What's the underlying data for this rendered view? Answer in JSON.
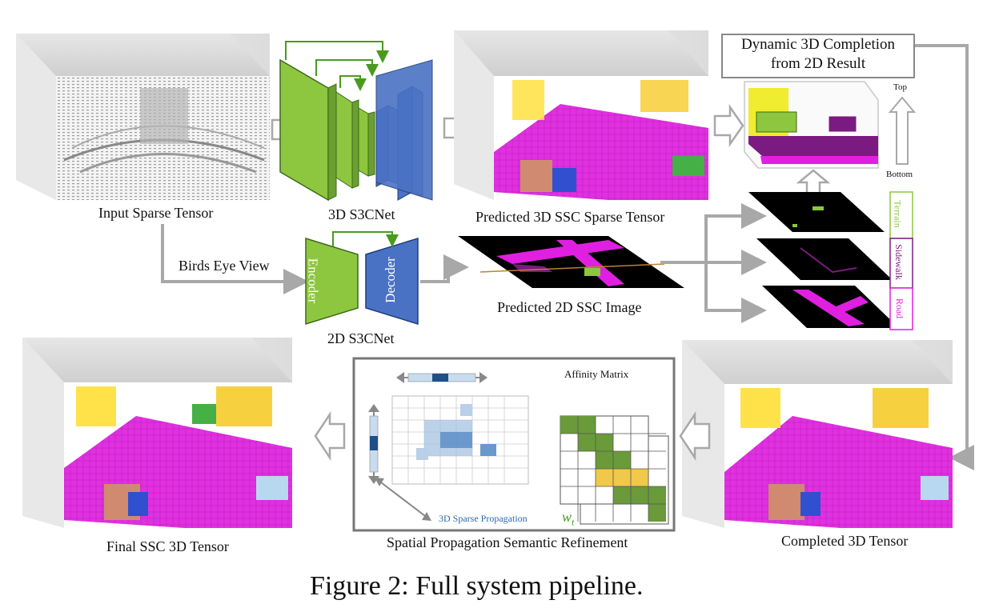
{
  "labels": {
    "input_sparse_tensor": "Input Sparse Tensor",
    "s3cnet_3d": "3D S3CNet",
    "pred_3d_ssc": "Predicted 3D SSC Sparse Tensor",
    "dyn_completion_line1": "Dynamic 3D Completion",
    "dyn_completion_line2": "from 2D Result",
    "top": "Top",
    "bottom": "Bottom",
    "birds_eye_view": "Birds Eye View",
    "encoder": "Encoder",
    "decoder": "Decoder",
    "s3cnet_2d": "2D S3CNet",
    "pred_2d_ssc": "Predicted 2D SSC Image",
    "terrain": "Terrain",
    "sidewalk": "Sidewalk",
    "road": "Road",
    "final_ssc": "Final SSC 3D Tensor",
    "spatial_prop": "Spatial Propagation Semantic Refinement",
    "affinity_matrix": "Affinity Matrix",
    "sparse_prop": "3D Sparse Propagation",
    "w_t": "w",
    "w_t_sub": "t",
    "completed_3d": "Completed 3D Tensor"
  },
  "caption": "Figure 2: Full system pipeline.",
  "colors": {
    "green": "#8dc63f",
    "blue": "#4a72c4",
    "magenta": "#e020e0",
    "purple": "#7b1a80",
    "yellow": "#f0ec30",
    "arrow_gray": "#a8a8a8"
  }
}
